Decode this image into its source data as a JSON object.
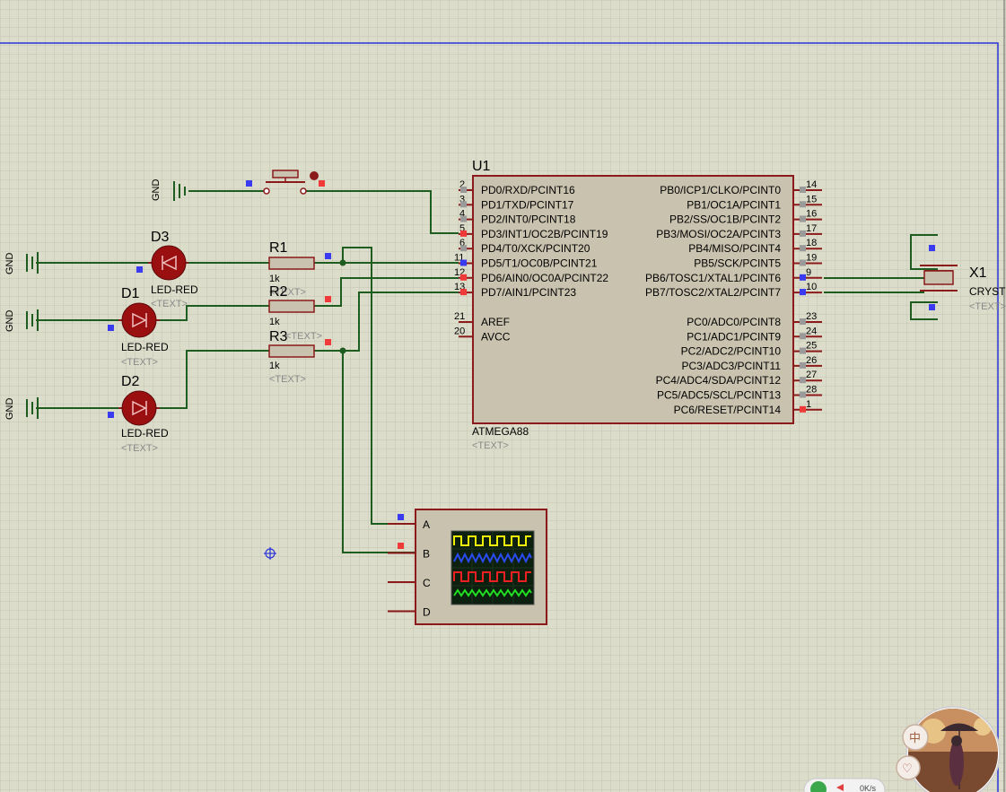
{
  "colors": {
    "background": "#dcdcca",
    "grid": "#c5c5b3",
    "wire": "#1f5c1f",
    "component": "#8b1a1a",
    "component_fill": "#c8c2ae",
    "led": "#b01010",
    "sheet_border": "#2a35d8"
  },
  "u1": {
    "ref": "U1",
    "part": "ATMEGA88",
    "text": "<TEXT>",
    "left_pins": [
      {
        "num": "2",
        "name": "PD0/RXD/PCINT16"
      },
      {
        "num": "3",
        "name": "PD1/TXD/PCINT17"
      },
      {
        "num": "4",
        "name": "PD2/INT0/PCINT18"
      },
      {
        "num": "5",
        "name": "PD3/INT1/OC2B/PCINT19"
      },
      {
        "num": "6",
        "name": "PD4/T0/XCK/PCINT20"
      },
      {
        "num": "11",
        "name": "PD5/T1/OC0B/PCINT21"
      },
      {
        "num": "12",
        "name": "PD6/AIN0/OC0A/PCINT22"
      },
      {
        "num": "13",
        "name": "PD7/AIN1/PCINT23"
      }
    ],
    "left_pins2": [
      {
        "num": "21",
        "name": "AREF"
      },
      {
        "num": "20",
        "name": "AVCC"
      }
    ],
    "right_pins": [
      {
        "num": "14",
        "name": "PB0/ICP1/CLKO/PCINT0"
      },
      {
        "num": "15",
        "name": "PB1/OC1A/PCINT1"
      },
      {
        "num": "16",
        "name": "PB2/SS/OC1B/PCINT2"
      },
      {
        "num": "17",
        "name": "PB3/MOSI/OC2A/PCINT3"
      },
      {
        "num": "18",
        "name": "PB4/MISO/PCINT4"
      },
      {
        "num": "19",
        "name": "PB5/SCK/PCINT5"
      },
      {
        "num": "9",
        "name": "PB6/TOSC1/XTAL1/PCINT6"
      },
      {
        "num": "10",
        "name": "PB7/TOSC2/XTAL2/PCINT7"
      }
    ],
    "right_pins2": [
      {
        "num": "23",
        "name": "PC0/ADC0/PCINT8"
      },
      {
        "num": "24",
        "name": "PC1/ADC1/PCINT9"
      },
      {
        "num": "25",
        "name": "PC2/ADC2/PCINT10"
      },
      {
        "num": "26",
        "name": "PC3/ADC3/PCINT11"
      },
      {
        "num": "27",
        "name": "PC4/ADC4/SDA/PCINT12"
      },
      {
        "num": "28",
        "name": "PC5/ADC5/SCL/PCINT13"
      },
      {
        "num": "1",
        "name": "PC6/RESET/PCINT14"
      }
    ]
  },
  "leds": [
    {
      "ref": "D3",
      "part": "LED-RED",
      "text": "<TEXT>"
    },
    {
      "ref": "D1",
      "part": "LED-RED",
      "text": "<TEXT>"
    },
    {
      "ref": "D2",
      "part": "LED-RED",
      "text": "<TEXT>"
    }
  ],
  "resistors": [
    {
      "ref": "R1",
      "value": "1k",
      "text": "<TEXT>"
    },
    {
      "ref": "R2",
      "value": "1k",
      "text": "<TEXT>"
    },
    {
      "ref": "R3",
      "value": "1k",
      "text": "<TEXT>"
    }
  ],
  "gnd_label": "GND",
  "crystal": {
    "ref": "X1",
    "part": "CRYST",
    "text": "<TEXT>"
  },
  "scope": {
    "channels": [
      "A",
      "B",
      "C",
      "D"
    ]
  },
  "taskbar": {
    "speed": "0K/s"
  }
}
